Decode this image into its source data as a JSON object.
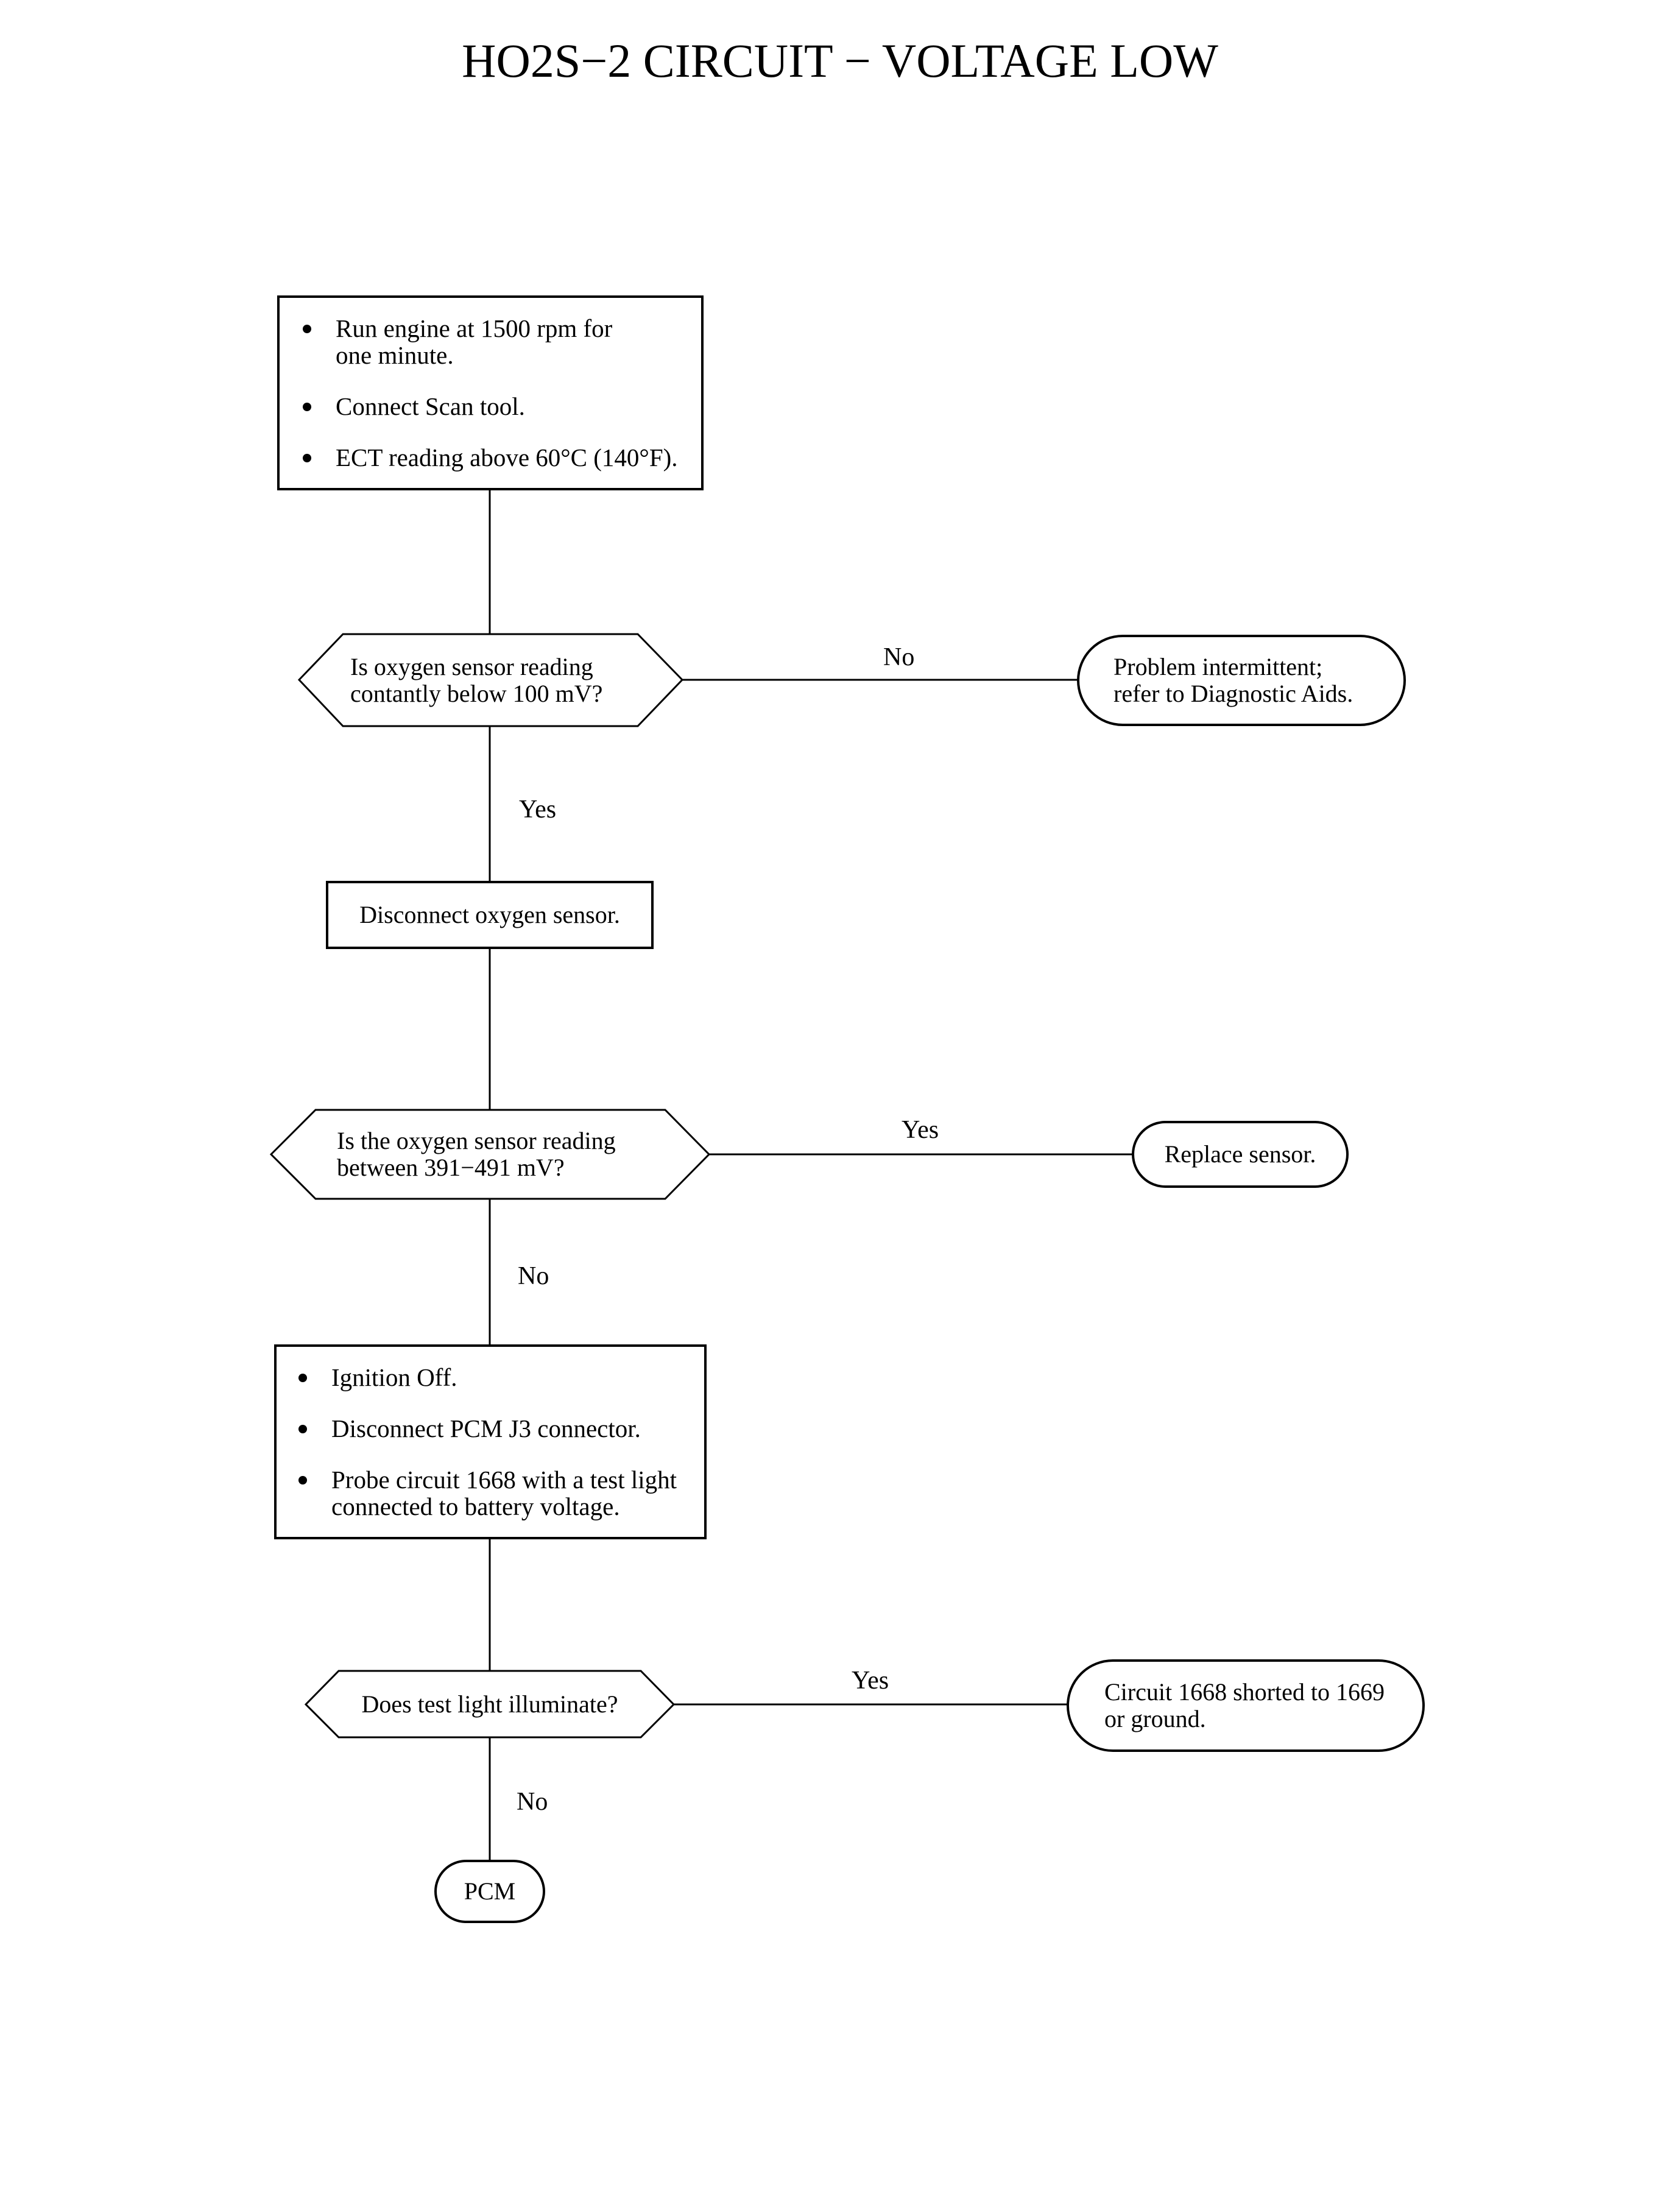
{
  "title": "HO2S−2 CIRCUIT − VOLTAGE LOW",
  "nodes": {
    "start_checks": [
      "Run engine at 1500 rpm for\none minute.",
      "Connect Scan tool.",
      "ECT reading above 60°C (140°F)."
    ],
    "decision_1": "Is oxygen sensor reading\ncontantly below 100 mV?",
    "terminal_intermittent": "Problem intermittent;\nrefer to Diagnostic Aids.",
    "step_disconnect": "Disconnect oxygen sensor.",
    "decision_2": "Is the oxygen sensor reading\nbetween 391−491 mV?",
    "terminal_replace": "Replace sensor.",
    "step_checks_2": [
      "Ignition Off.",
      "Disconnect PCM J3 connector.",
      "Probe circuit 1668 with a test light\nconnected to battery voltage."
    ],
    "decision_3": "Does test light illuminate?",
    "terminal_shorted": "Circuit 1668 shorted to 1669\nor ground.",
    "terminal_pcm": "PCM"
  },
  "edges": {
    "d1_no": "No",
    "d1_yes": "Yes",
    "d2_yes": "Yes",
    "d2_no": "No",
    "d3_yes": "Yes",
    "d3_no": "No"
  }
}
